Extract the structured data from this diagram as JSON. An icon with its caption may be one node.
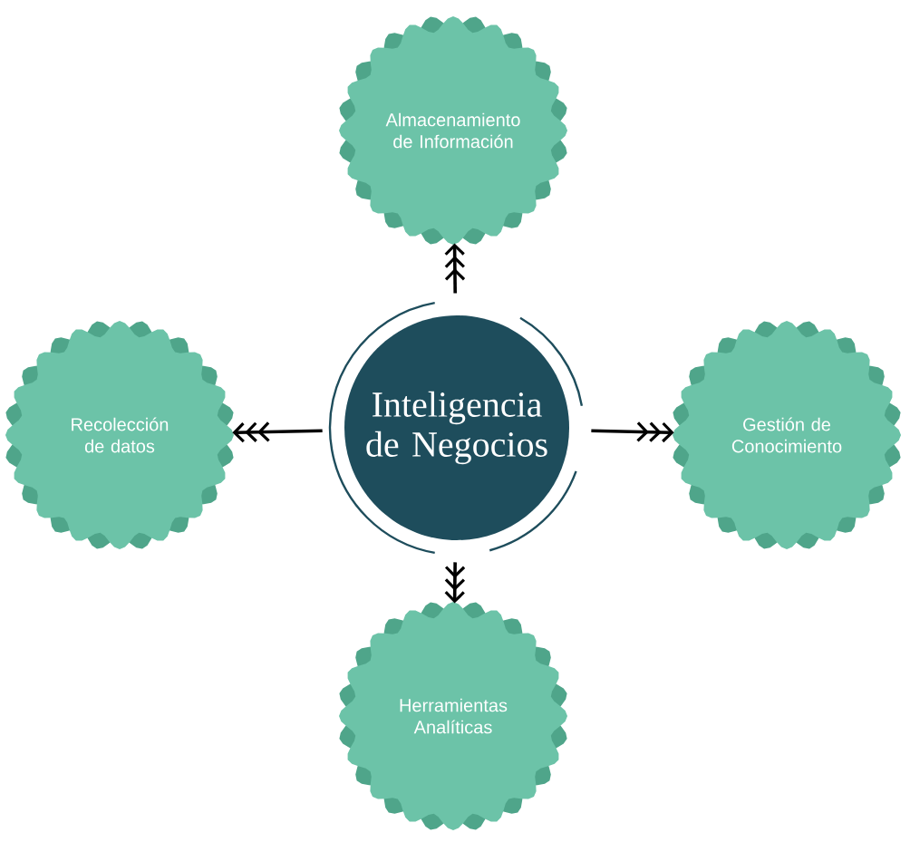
{
  "diagram": {
    "nodes": [
      {
        "text": [
          "Almacenamiento de Información"
        ]
      },
      {
        "text": [
          "Recolección de datos"
        ]
      },
      {
        "text": [
          "Inteligencia de Negocios"
        ]
      },
      {
        "text": [
          "Gestión de Conocimiento"
        ]
      },
      {
        "text": [
          "Herramientas Analíticas"
        ]
      }
    ],
    "edges": [
      {
        "from": 2,
        "to": 0,
        "arrow": "to"
      },
      {
        "from": 2,
        "to": 1,
        "arrow": "to"
      },
      {
        "from": 2,
        "to": 3,
        "arrow": "to"
      },
      {
        "from": 2,
        "to": 4,
        "arrow": "to"
      }
    ]
  }
}
